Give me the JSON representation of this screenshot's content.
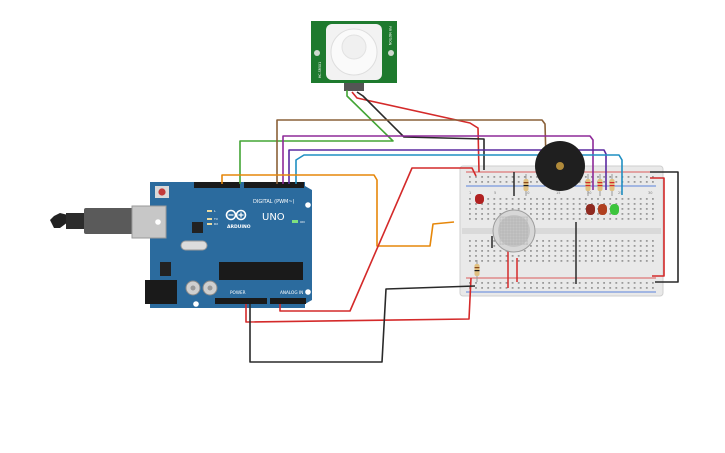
{
  "board": {
    "model_label": "UNO",
    "brand_label": "ARDUINO",
    "digital_label": "DIGITAL (PWM~)",
    "power_label": "POWER",
    "analog_label": "ANALOG IN",
    "tx_label": "TX",
    "rx_label": "RX",
    "l_label": "L",
    "on_label": "ON"
  },
  "pir_sensor": {
    "label_left": "HC-SR501",
    "label_right": "PIR MOTION"
  },
  "breadboard": {
    "top_numbers": [
      "1",
      "5",
      "10",
      "15",
      "20",
      "25",
      "30"
    ]
  },
  "colors": {
    "board": "#2b6b9e",
    "board_dark": "#1e4f78",
    "breadboard": "#e9e9e9",
    "wire_red": "#d42a2a",
    "wire_black": "#2a2a2a",
    "wire_orange": "#e6870a",
    "wire_brown": "#8a6038",
    "wire_purple": "#8e2a99",
    "wire_violet": "#5b2aa0",
    "wire_green": "#43a535",
    "wire_blue": "#1f8fc2",
    "pir_pcb": "#1e7a2e",
    "led_red": "#b02020",
    "led_orange": "#b04020",
    "led_green": "#3cc43c"
  }
}
